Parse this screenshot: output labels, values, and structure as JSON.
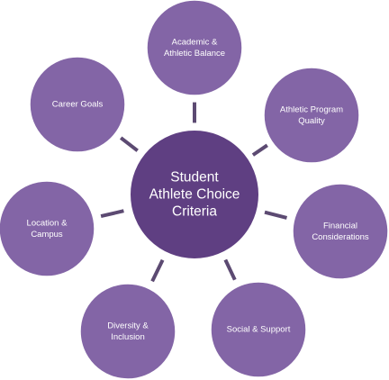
{
  "colors": {
    "center_fill": "#5f3f82",
    "node_fill": "#8365a6",
    "spoke": "#5c4a72",
    "outline": "#ffffff"
  },
  "center": {
    "lines": [
      "Student",
      "Athlete Choice",
      "Criteria"
    ]
  },
  "nodes": [
    {
      "id": "academic-athletic-balance",
      "lines": [
        "Academic &",
        "Athletic Balance"
      ]
    },
    {
      "id": "athletic-program-quality",
      "lines": [
        "Athletic Program",
        "Quality"
      ]
    },
    {
      "id": "financial-considerations",
      "lines": [
        "Financial",
        "Considerations"
      ]
    },
    {
      "id": "social-support",
      "lines": [
        "Social & Support"
      ]
    },
    {
      "id": "diversity-inclusion",
      "lines": [
        "Diversity &",
        "Inclusion"
      ]
    },
    {
      "id": "location-campus",
      "lines": [
        "Location &",
        "Campus"
      ]
    },
    {
      "id": "career-goals",
      "lines": [
        "Career Goals"
      ]
    }
  ]
}
